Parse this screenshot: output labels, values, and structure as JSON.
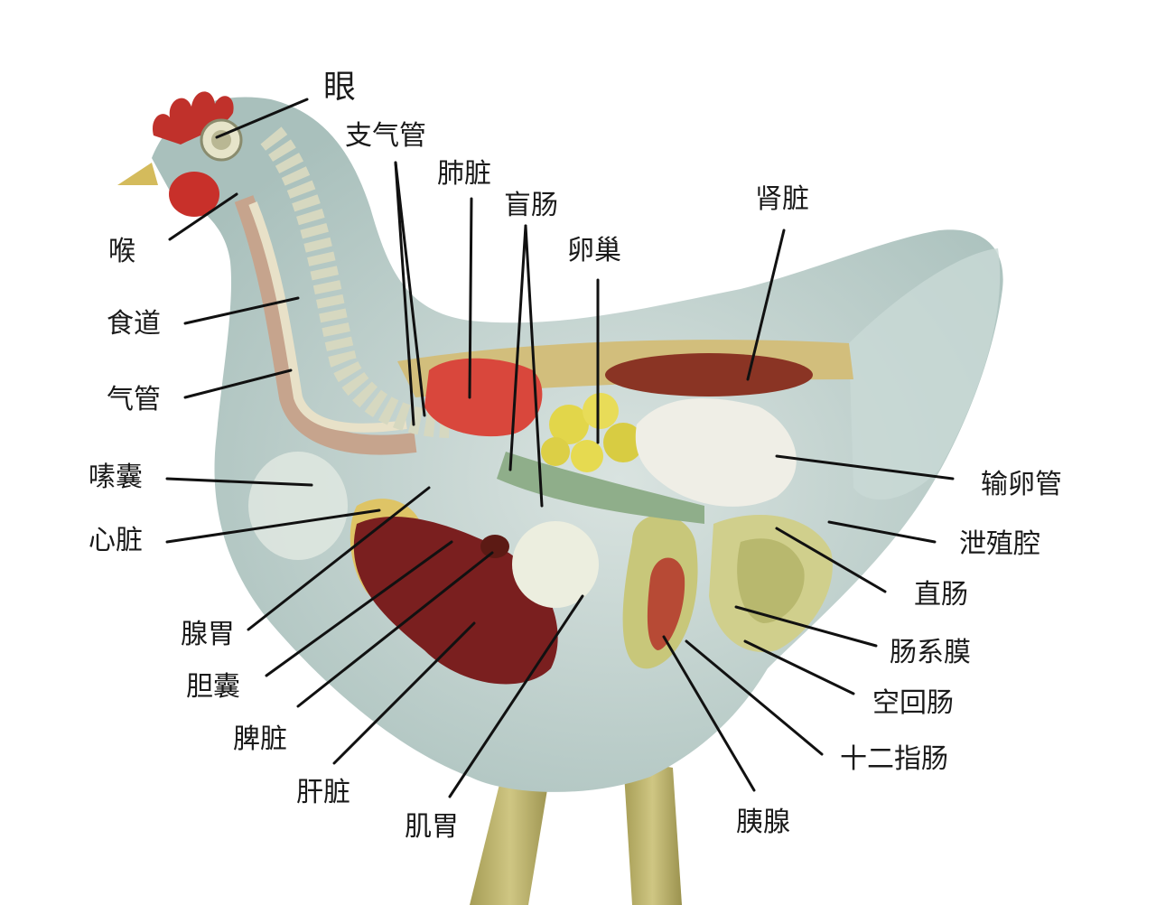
{
  "labels": {
    "eye": "眼",
    "bronchi": "支气管",
    "lung": "肺脏",
    "cecum": "盲肠",
    "ovary": "卵巢",
    "kidney": "肾脏",
    "larynx": "喉",
    "esophagus": "食道",
    "trachea": "气管",
    "crop": "嗉囊",
    "heart": "心脏",
    "proventriculus": "腺胃",
    "gallbladder": "胆囊",
    "spleen": "脾脏",
    "liver": "肝脏",
    "gizzard": "肌胃",
    "pancreas": "胰腺",
    "duodenum": "十二指肠",
    "jejunum_ileum": "空回肠",
    "mesentery": "肠系膜",
    "rectum": "直肠",
    "cloaca": "泄殖腔",
    "oviduct": "输卵管"
  },
  "colors": {
    "body": "#c5d6d2",
    "comb": "#c0312b",
    "liver": "#7a1f1f",
    "lung": "#d9473c",
    "intestine": "#c8c77a",
    "kidney": "#8a3424",
    "ovary": "#e2d64a",
    "oviduct": "#efeee6",
    "legs": "#b9b06a"
  }
}
